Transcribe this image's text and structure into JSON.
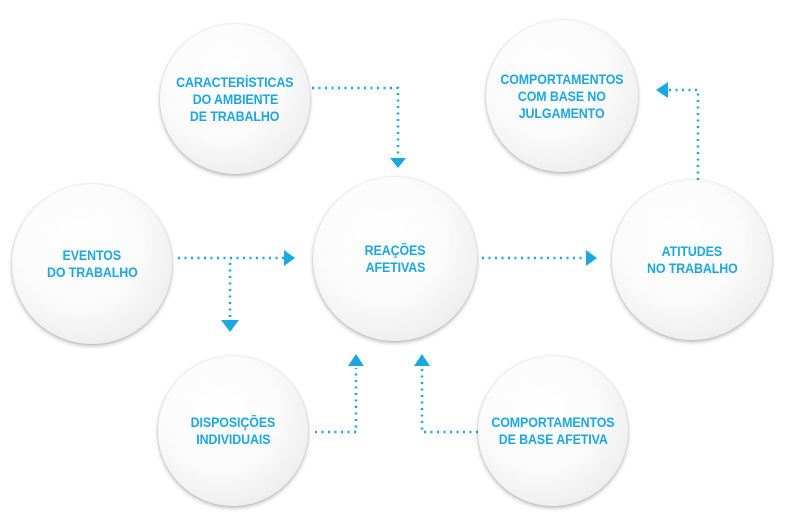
{
  "colors": {
    "accent": "#1ba7e0",
    "node_fill": "#f4f4f4"
  },
  "nodes": {
    "caracteristicas": {
      "lines": [
        "CARACTERÍSTICAS",
        "DO AMBIENTE",
        "DE TRABALHO"
      ]
    },
    "comportamentos_julgamento": {
      "lines": [
        "COMPORTAMENTOS",
        "COM BASE NO",
        "JULGAMENTO"
      ]
    },
    "eventos": {
      "lines": [
        "EVENTOS",
        "DO TRABALHO"
      ]
    },
    "reacoes": {
      "lines": [
        "REAÇÕES",
        "AFETIVAS"
      ]
    },
    "atitudes": {
      "lines": [
        "ATITUDES",
        "NO TRABALHO"
      ]
    },
    "disposicoes": {
      "lines": [
        "DISPOSIÇÕES",
        "INDIVIDUAIS"
      ]
    },
    "comportamentos_afetiva": {
      "lines": [
        "COMPORTAMENTOS",
        "DE BASE AFETIVA"
      ]
    }
  }
}
